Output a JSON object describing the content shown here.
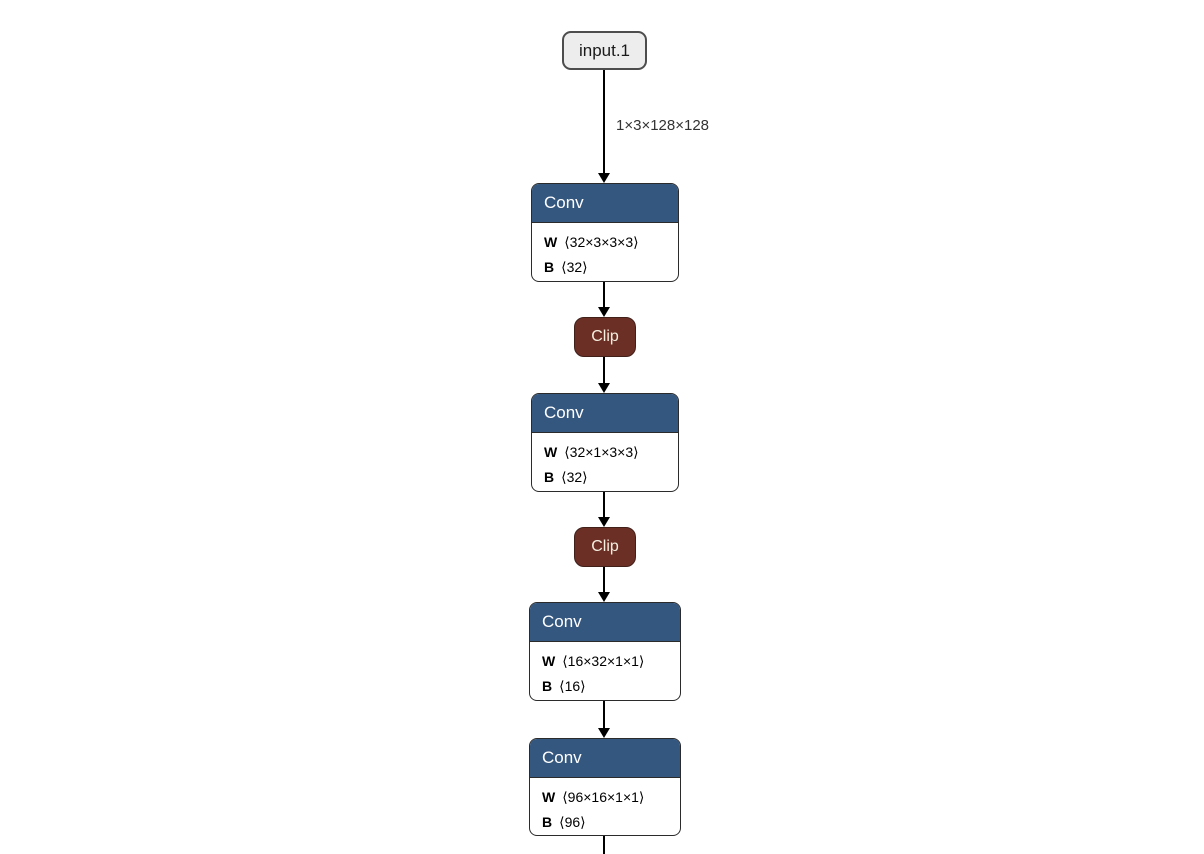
{
  "graph": {
    "input_node": {
      "label": "input.1"
    },
    "edge_labels": {
      "input_to_conv1": "1×3×128×128"
    },
    "conv1": {
      "title": "Conv",
      "w_key": "W",
      "w_val": "⟨32×3×3×3⟩",
      "b_key": "B",
      "b_val": "⟨32⟩"
    },
    "clip1": {
      "title": "Clip"
    },
    "conv2": {
      "title": "Conv",
      "w_key": "W",
      "w_val": "⟨32×1×3×3⟩",
      "b_key": "B",
      "b_val": "⟨32⟩"
    },
    "clip2": {
      "title": "Clip"
    },
    "conv3": {
      "title": "Conv",
      "w_key": "W",
      "w_val": "⟨16×32×1×1⟩",
      "b_key": "B",
      "b_val": "⟨16⟩"
    },
    "conv4": {
      "title": "Conv",
      "w_key": "W",
      "w_val": "⟨96×16×1×1⟩",
      "b_key": "B",
      "b_val": "⟨96⟩"
    }
  },
  "colors": {
    "conv_header_blue": "#34577f",
    "clip_fill_maroon": "#6b2f26",
    "input_fill_gray": "#ededed",
    "node_border": "#2b2b2b",
    "edge_black": "#000000",
    "background": "#ffffff"
  }
}
